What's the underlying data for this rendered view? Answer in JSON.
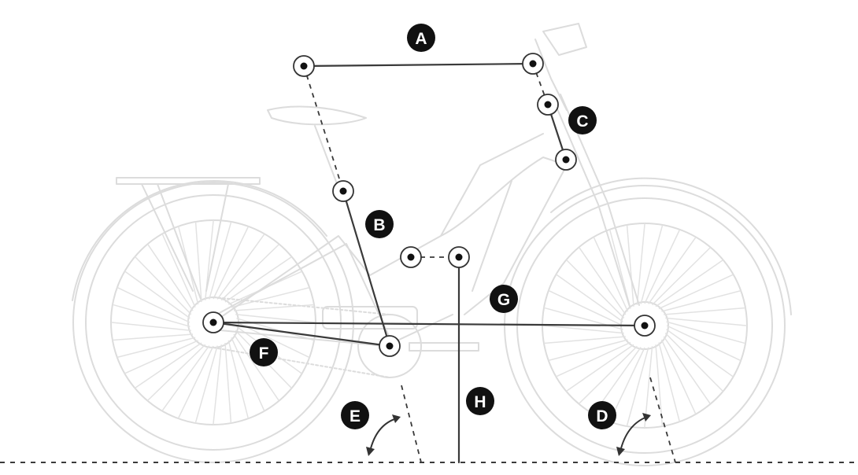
{
  "diagram": {
    "labels": {
      "A": "A",
      "B": "B",
      "C": "C",
      "D": "D",
      "E": "E",
      "F": "F",
      "G": "G",
      "H": "H"
    },
    "colors": {
      "bike_outline": "#dcdcdc",
      "geometry_line": "#3a3a3a",
      "badge": "#111111"
    }
  }
}
